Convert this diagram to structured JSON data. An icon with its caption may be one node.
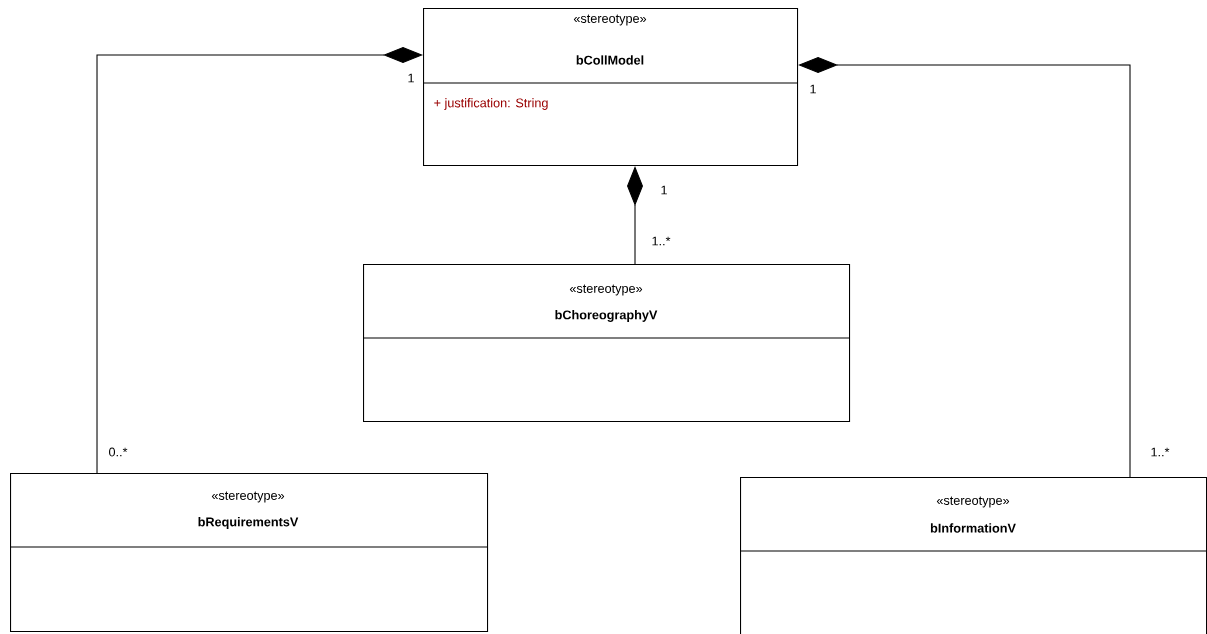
{
  "diagram": {
    "nodes": [
      {
        "text": [
          "«stereotype»",
          "bCollModel",
          "+ justification: String"
        ]
      },
      {
        "text": [
          "«stereotype»",
          "bChoreographyV"
        ]
      },
      {
        "text": [
          "«stereotype»",
          "bRequirementsV"
        ]
      },
      {
        "text": [
          "«stereotype»",
          "bInformationV"
        ]
      }
    ],
    "edges": [
      {
        "from": 0,
        "to": 2,
        "arrow": "other"
      },
      {
        "from": 0,
        "to": 1,
        "arrow": "other"
      },
      {
        "from": 0,
        "to": 3,
        "arrow": "other"
      }
    ],
    "labels": [
      "1",
      "1",
      "1",
      "1..*",
      "0..*",
      "1..*"
    ]
  }
}
